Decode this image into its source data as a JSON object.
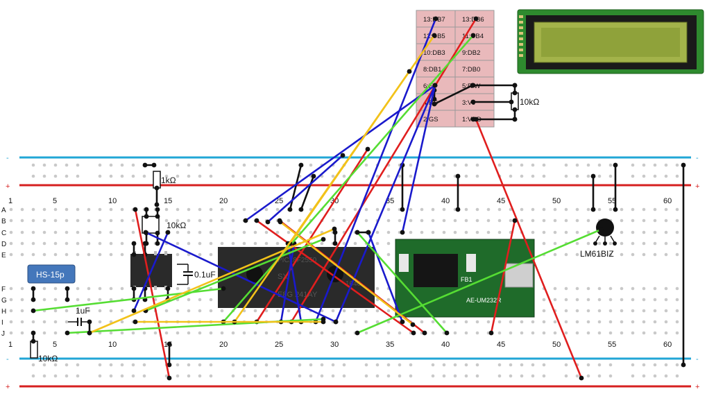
{
  "colors": {
    "blue_rail": "#21a6d6",
    "red_rail": "#d62020",
    "hole": "#c9c9c9",
    "wire_red": "#e01e1e",
    "wire_blue": "#1a1acc",
    "wire_green": "#55dd33",
    "wire_yellow": "#f2c21a",
    "wire_black": "#111111",
    "lcd_pin_bg": "#e9b9bb",
    "lcd_screen": "#8fa23a",
    "lcd_pcb": "#2e8a2e",
    "ic_body": "#2a2a2a",
    "pcb_green": "#1f6b2a",
    "hs_box": "#4477bb"
  },
  "breadboard": {
    "rail_minus": "-",
    "rail_plus": "+",
    "col_numbers_top": [
      "1",
      "5",
      "10",
      "15",
      "20",
      "25",
      "30",
      "35",
      "40",
      "45",
      "50",
      "55",
      "60"
    ],
    "col_numbers_bottom": [
      "1",
      "5",
      "10",
      "15",
      "20",
      "25",
      "30",
      "35",
      "40",
      "45",
      "50",
      "55",
      "60"
    ],
    "rows_upper": [
      "A",
      "B",
      "C",
      "D",
      "E"
    ],
    "rows_lower": [
      "F",
      "G",
      "H",
      "I",
      "J"
    ]
  },
  "lcd_pins": [
    [
      "13:DB7",
      "13:DB6"
    ],
    [
      "12:DB5",
      "11:DB4"
    ],
    [
      "10:DB3",
      "9:DB2"
    ],
    [
      "8:DB1",
      "7:DB0"
    ],
    [
      "6:E",
      "5:R/W"
    ],
    [
      "4:RS",
      "3:Vo"
    ],
    [
      "2:GS",
      "1:VDD"
    ]
  ],
  "components": {
    "r_1k": "1kΩ",
    "r_10k_top": "10kΩ",
    "r_10k_lcd": "10kΩ",
    "r_10k_bottom": "10kΩ",
    "cap_01": "0.1uF",
    "cap_1": "1uF",
    "hs_label": "HS-15p",
    "sensor": "LM61BIZ",
    "chip_text_1": "PIC18F2550",
    "chip_text_2": "SX",
    "chip_text_3": "E8G 241AY",
    "chip_text_4": "1640",
    "module_label": "AE-UM232R",
    "module_fb": "FB1"
  }
}
